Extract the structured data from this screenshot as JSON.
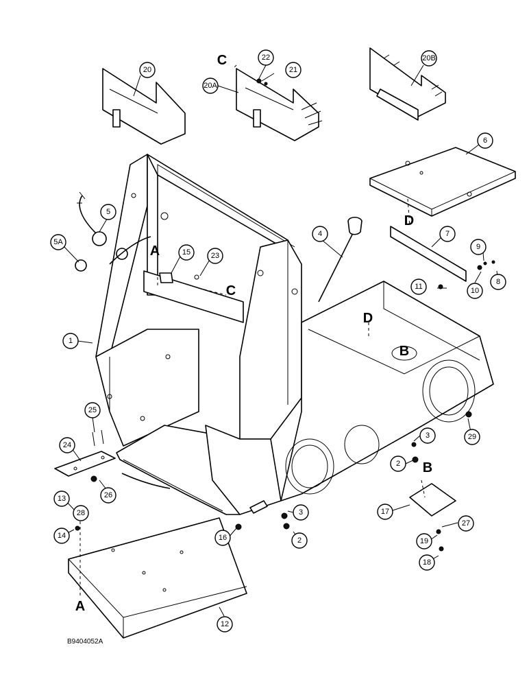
{
  "drawing_number": "B9404052A",
  "callouts": {
    "c1": "1",
    "c2a": "2",
    "c2b": "2",
    "c3a": "3",
    "c3b": "3",
    "c4": "4",
    "c5": "5",
    "c5a": "5A",
    "c6": "6",
    "c7": "7",
    "c8": "8",
    "c9": "9",
    "c10": "10",
    "c11": "11",
    "c12": "12",
    "c13": "13",
    "c14": "14",
    "c15": "15",
    "c16": "16",
    "c17": "17",
    "c18": "18",
    "c19": "19",
    "c20": "20",
    "c20a": "20A",
    "c20b": "20B",
    "c21": "21",
    "c22": "22",
    "c23": "23",
    "c24": "24",
    "c25": "25",
    "c26": "26",
    "c27": "27",
    "c28": "28",
    "c29": "29"
  },
  "reference_letters": {
    "a_upper": "A",
    "a_lower": "A",
    "b_upper": "B",
    "b_lower": "B",
    "c_upper": "C",
    "c_lower": "C",
    "d_upper": "D",
    "d_lower": "D"
  }
}
